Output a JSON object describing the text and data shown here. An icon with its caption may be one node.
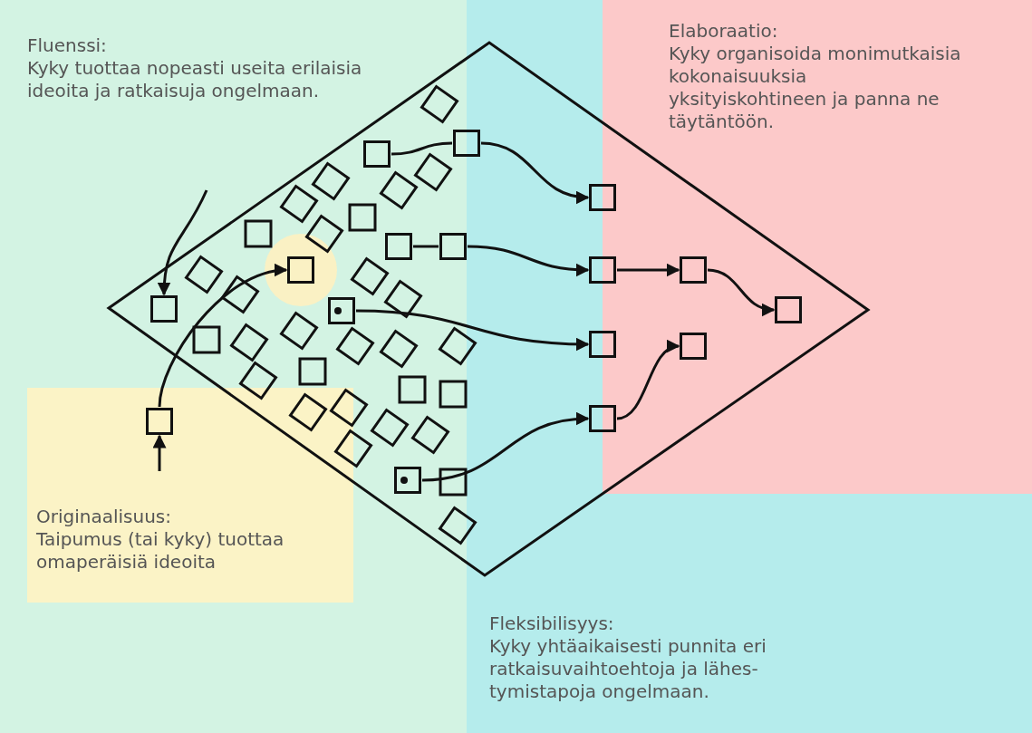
{
  "diagram": {
    "nodes": [
      {
        "text": [],
        "shape": "diamond"
      },
      {
        "text": [],
        "shape": "box",
        "in": 0
      },
      {
        "text": [],
        "shape": "box"
      },
      {
        "text": [],
        "shape": "box",
        "in": 0
      },
      {
        "text": [],
        "shape": "box",
        "in": 0
      },
      {
        "text": [],
        "shape": "box",
        "in": 0
      },
      {
        "text": [],
        "shape": "box",
        "in": 0
      },
      {
        "text": [],
        "shape": "box",
        "in": 0
      },
      {
        "text": [],
        "shape": "box",
        "in": 0
      },
      {
        "text": [],
        "shape": "box",
        "in": 0
      },
      {
        "text": [],
        "shape": "box",
        "in": 0
      },
      {
        "text": [],
        "shape": "box",
        "in": 0
      },
      {
        "text": [],
        "shape": "box",
        "in": 0
      },
      {
        "text": [],
        "shape": "box",
        "in": 0
      },
      {
        "text": [],
        "shape": "box",
        "in": 0
      },
      {
        "text": [],
        "shape": "box",
        "in": 0
      },
      {
        "text": [],
        "shape": "box",
        "in": 0
      }
    ],
    "edges": [
      {
        "from": null,
        "to": 1,
        "arrow": "to"
      },
      {
        "from": null,
        "to": 2,
        "arrow": "to"
      },
      {
        "from": 2,
        "to": 3,
        "arrow": "to"
      },
      {
        "from": 4,
        "to": 5,
        "arrow": "none"
      },
      {
        "from": 5,
        "to": 8,
        "arrow": "to"
      },
      {
        "from": 6,
        "to": 7,
        "arrow": "none"
      },
      {
        "from": 7,
        "to": 9,
        "arrow": "to"
      },
      {
        "from": 9,
        "to": 10,
        "arrow": "to"
      },
      {
        "from": 10,
        "to": 11,
        "arrow": "to"
      },
      {
        "from": 12,
        "to": 13,
        "arrow": "to"
      },
      {
        "from": 14,
        "to": 15,
        "arrow": "to"
      },
      {
        "from": 15,
        "to": 16,
        "arrow": "to"
      }
    ],
    "labels": [
      "Fluenssi:",
      "Kyky tuottaa nopeasti useita erilaisia ideoita ja ratkaisuja ongelmaan.",
      "Elaboraatio:",
      "Kyky organisoida monimutkaisia kokonaisuuksia yksityiskohtineen ja panna ne täytäntöön.",
      "Originaalisuus:",
      "Taipumus (tai kyky) tuottaa omaperäisiä ideoita",
      "Fleksibilisyys:",
      "Kyky yhtäaikaisesti punnita eri ratkaisuvaihtoehtoja ja lähes-tymistapoja ongelmaan."
    ]
  }
}
